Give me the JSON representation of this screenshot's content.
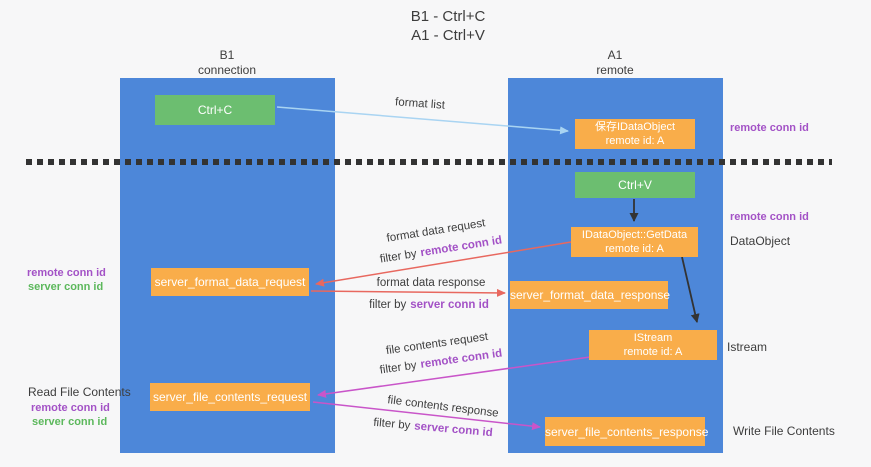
{
  "title": {
    "line1": "B1 - Ctrl+C",
    "line2": "A1 - Ctrl+V"
  },
  "lanes": {
    "left": {
      "name": "B1",
      "role": "connection"
    },
    "right": {
      "name": "A1",
      "role": "remote"
    }
  },
  "nodes": {
    "ctrl_c": {
      "label": "Ctrl+C"
    },
    "ctrl_v": {
      "label": "Ctrl+V"
    },
    "save_dataobject": {
      "line1": "保存IDataObject",
      "line2": "remote id: A"
    },
    "getdata": {
      "line1": "IDataObject::GetData",
      "line2": "remote id: A"
    },
    "istream": {
      "line1": "IStream",
      "line2": "remote id: A"
    },
    "server_format_data_request": {
      "label": "server_format_data_request"
    },
    "server_format_data_response": {
      "label": "server_format_data_response"
    },
    "server_file_contents_request": {
      "label": "server_file_contents_request"
    },
    "server_file_contents_response": {
      "label": "server_file_contents_response"
    }
  },
  "arrow_labels": {
    "format_list": "format list",
    "format_data_request": "format data request",
    "format_data_response": "format data response",
    "file_contents_request": "file contents request",
    "file_contents_response": "file contents response",
    "filter_by": "filter by",
    "remote_conn_id": "remote conn id",
    "server_conn_id": "server conn id"
  },
  "side_labels": {
    "remote_conn_id_right_top": "remote conn id",
    "remote_conn_id_right_mid": "remote conn id",
    "dataobject": "DataObject",
    "istream": "Istream",
    "write_file_contents": "Write File Contents",
    "read_file_contents": "Read File Contents",
    "remote_conn_id_left_1": "remote conn id",
    "server_conn_id_left_1": "server conn id",
    "remote_conn_id_left_2": "remote conn id",
    "server_conn_id_left_2": "server conn id"
  },
  "colors": {
    "lane_blue": "#4d87d9",
    "node_orange": "#f9ad4a",
    "node_green": "#6cbe70",
    "arrow_light_blue": "#a9d4f2",
    "arrow_red": "#e8685f",
    "arrow_magenta": "#c955c9",
    "arrow_black": "#333333",
    "conn_purple": "#a352c6",
    "conn_green": "#5cb85c",
    "background": "#f7f7f8"
  }
}
